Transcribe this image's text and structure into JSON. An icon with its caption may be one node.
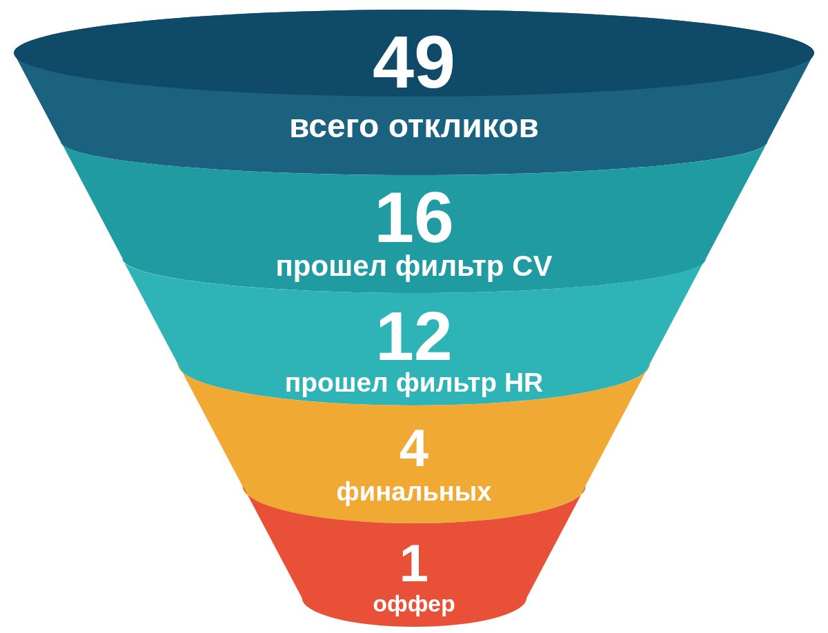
{
  "diagram": {
    "nodes": [
      {
        "text": [
          "49",
          "всего откликов"
        ]
      },
      {
        "text": [
          "16",
          "прошел фильтр CV"
        ]
      },
      {
        "text": [
          "12",
          "прошел фильтр HR"
        ]
      },
      {
        "text": [
          "4",
          "финальных"
        ]
      },
      {
        "text": [
          "1",
          "оффер"
        ]
      }
    ]
  }
}
